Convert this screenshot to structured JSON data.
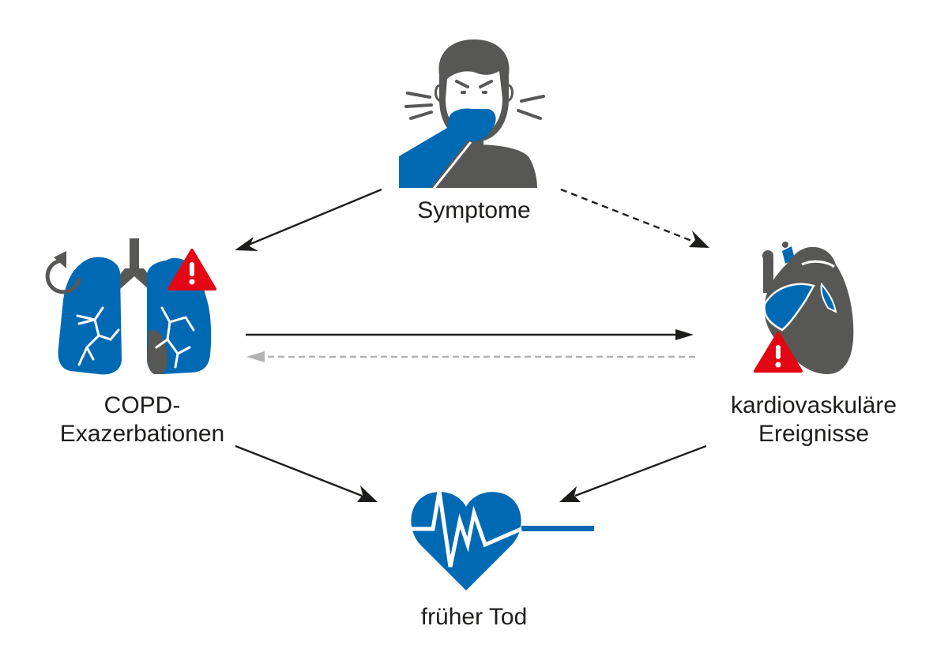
{
  "title": "COPD-Symptome, Exazerbationen, kardiovaskuläre Ereignisse und früher Tod",
  "colors": {
    "blue": "#0069b4",
    "gray": "#575756",
    "red": "#e30613",
    "arrow_black": "#1d1d1b",
    "arrow_light": "#b2b2b2"
  },
  "nodes": {
    "symptome": {
      "label": "Symptome",
      "icon": "coughing-person-icon"
    },
    "copd": {
      "label_line1": "COPD-",
      "label_line2": "Exazerbationen",
      "icon": "lungs-warning-icon"
    },
    "cardio": {
      "label_line1": "kardiovaskuläre",
      "label_line2": "Ereignisse",
      "icon": "heart-organ-warning-icon"
    },
    "tod": {
      "label": "früher Tod",
      "icon": "heart-ecg-icon"
    }
  },
  "edges": [
    {
      "from": "symptome",
      "to": "copd",
      "style": "solid"
    },
    {
      "from": "symptome",
      "to": "cardio",
      "style": "dashed"
    },
    {
      "from": "copd",
      "to": "cardio",
      "style": "solid"
    },
    {
      "from": "cardio",
      "to": "copd",
      "style": "dashed-light"
    },
    {
      "from": "copd",
      "to": "tod",
      "style": "solid"
    },
    {
      "from": "cardio",
      "to": "tod",
      "style": "solid"
    }
  ]
}
